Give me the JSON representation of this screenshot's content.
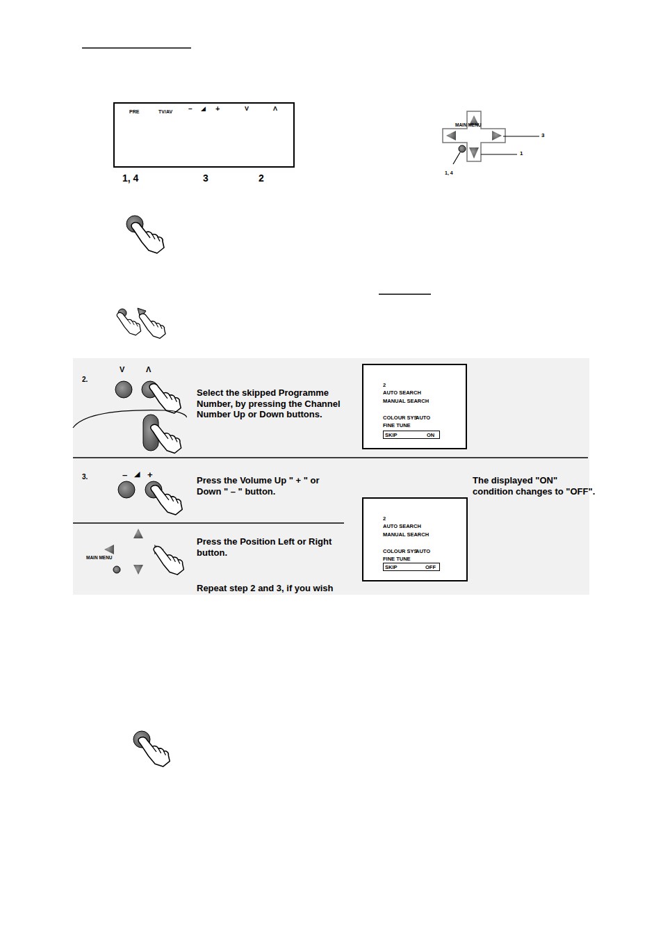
{
  "diagram": {
    "nodes": [
      {
        "text": [
          "PRE",
          "TV/AV",
          "–",
          "◢",
          "+",
          "V",
          "Λ"
        ]
      },
      {
        "text": [
          "2",
          "AUTO SEARCH",
          "MANUAL SEARCH",
          "COLOUR SYS",
          "AUTO",
          "FINE TUNE"
        ]
      },
      {
        "text": [
          "SKIP",
          "ON"
        ],
        "in": 1
      },
      {
        "text": [
          "2",
          "AUTO SEARCH",
          "MANUAL SEARCH",
          "COLOUR SYS",
          "AUTO",
          "FINE TUNE"
        ]
      },
      {
        "text": [
          "SKIP",
          "OFF"
        ],
        "in": 3
      }
    ],
    "edges": [],
    "labels": [
      "1, 4",
      "3",
      "2",
      "MAIN MENU",
      "3",
      "1",
      "1, 4",
      "2.",
      "V",
      "Λ",
      "Select the skipped Programme Number, by pressing the Channel Number Up or Down buttons.",
      "3.",
      "–",
      "◢",
      "+",
      "Press the Volume Up \" + \" or Down \" – \" button.",
      "The displayed \"ON\" condition changes to \"OFF\".",
      "MAIN MENU",
      "Press the Position Left or Right button.",
      "Repeat step 2 and 3, if you wish"
    ]
  }
}
